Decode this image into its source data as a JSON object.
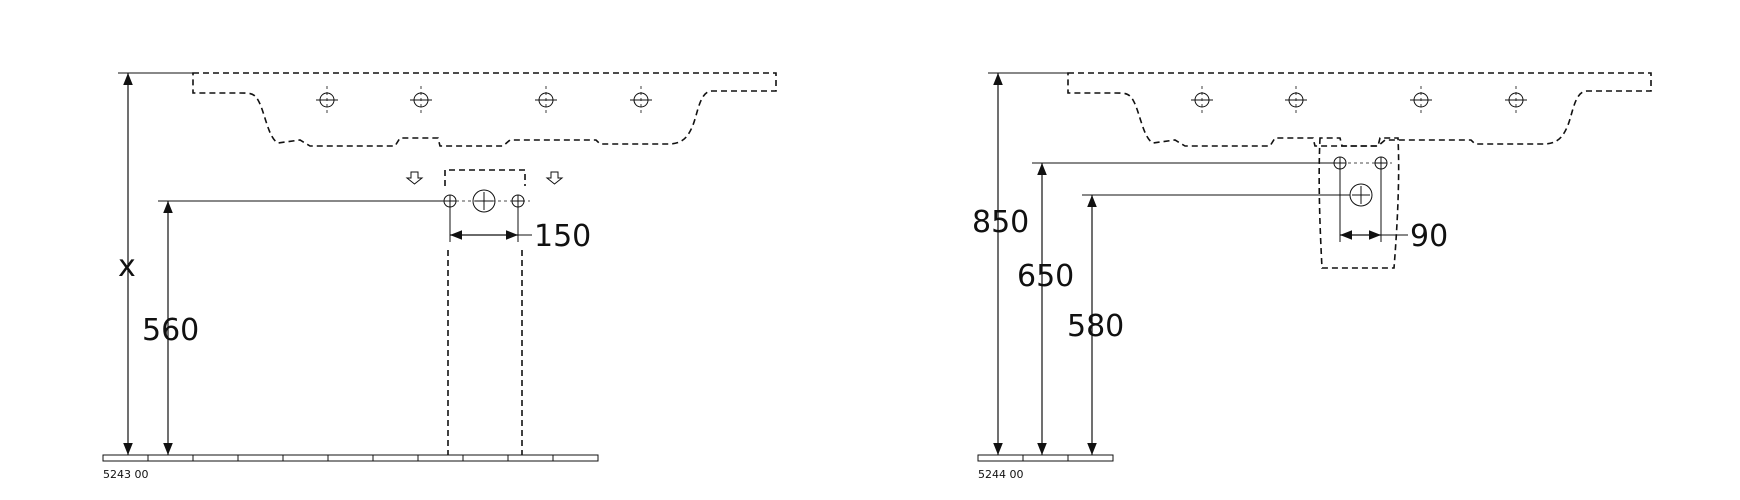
{
  "drawings": [
    {
      "code": "5243 00",
      "dimensions": {
        "overall_label": "x",
        "valve_height": "560",
        "valve_spacing": "150"
      }
    },
    {
      "code": "5244 00",
      "dimensions": {
        "overall_height": "850",
        "upper_height": "650",
        "lower_height": "580",
        "valve_spacing": "90"
      }
    }
  ]
}
